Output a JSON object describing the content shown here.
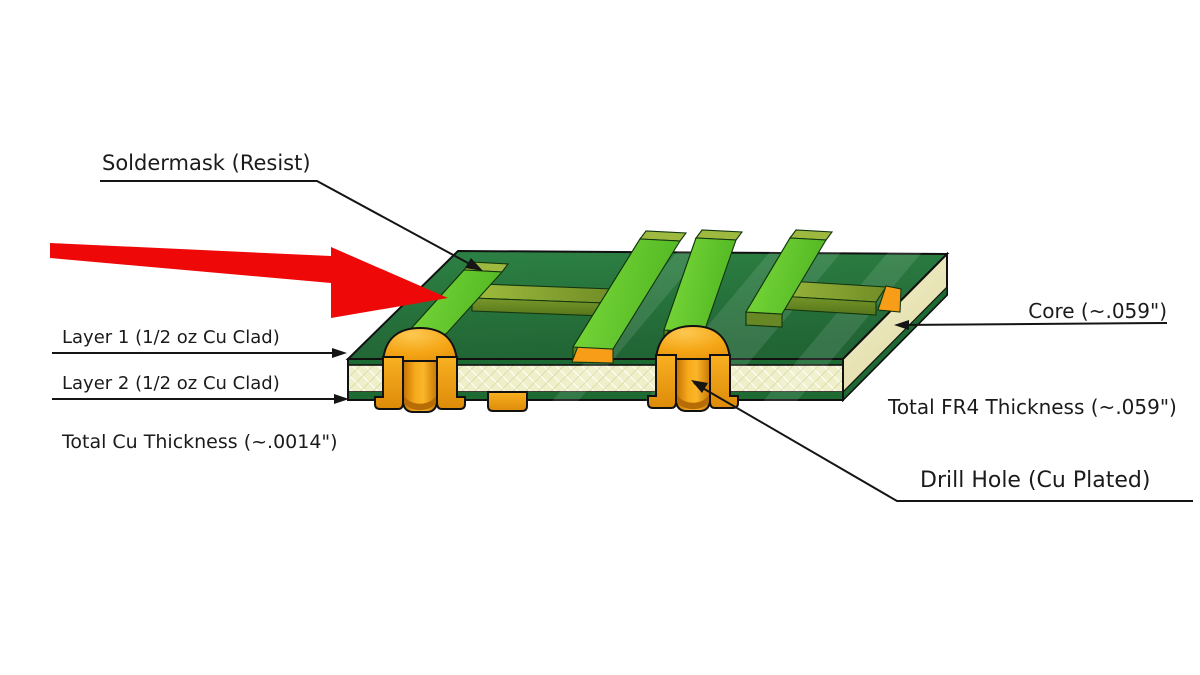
{
  "figure": {
    "type": "pcb-cross-section-diagram",
    "labels": {
      "soldermask": "Soldermask (Resist)",
      "layer1": "Layer 1 (1/2 oz Cu Clad)",
      "layer2": "Layer 2 (1/2 oz Cu Clad)",
      "total_cu": "Total Cu Thickness (~.0014\")",
      "core": "Core (~.059\")",
      "total_fr4": "Total FR4 Thickness (~.059\")",
      "drill_hole": "Drill Hole (Cu Plated)"
    },
    "colors": {
      "soldermask_green": "#26753b",
      "soldermask_green_dark": "#1d6a33",
      "trace_green": "#68cf2e",
      "trace_side_olive": "#7a9a2a",
      "copper_orange": "#f4a41d",
      "copper_orange_dark": "#dd8b09",
      "core_cream": "#eff0c9",
      "highlight_arrow_red": "#ee0808",
      "leader_line_black": "#151515",
      "background": "#ffffff"
    }
  }
}
